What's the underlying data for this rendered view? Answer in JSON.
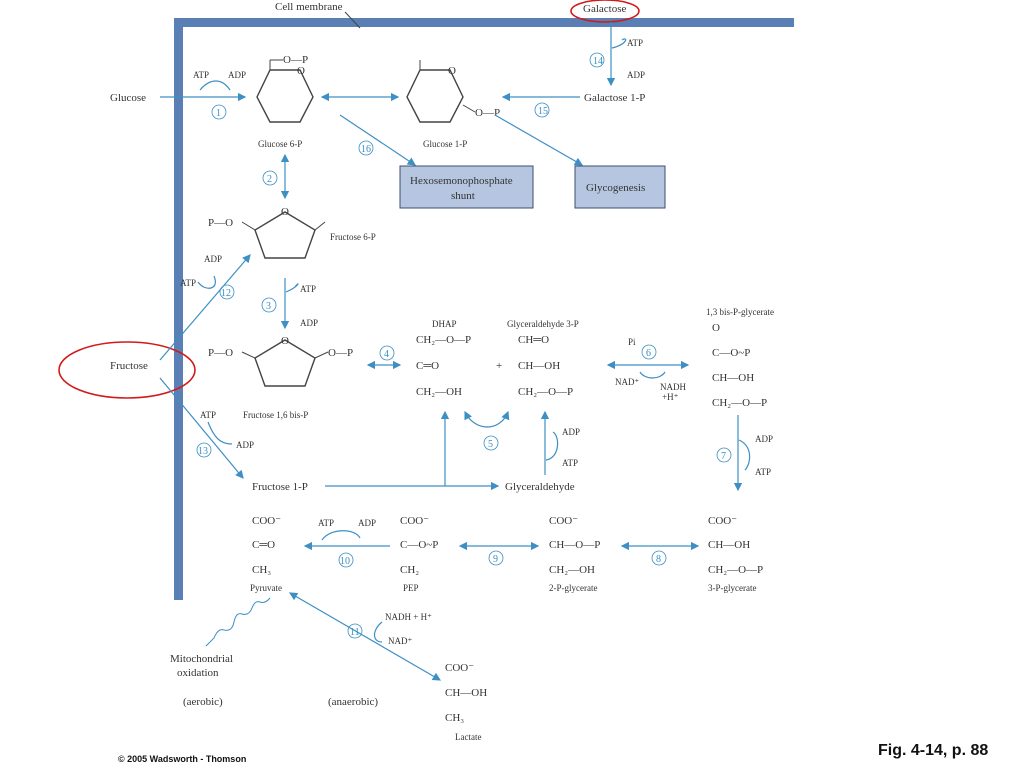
{
  "labels": {
    "cell_membrane": "Cell membrane",
    "galactose": "Galactose",
    "glucose": "Glucose",
    "glucose6p": "Glucose 6-P",
    "glucose1p": "Glucose 1-P",
    "galactose1p": "Galactose 1-P",
    "fructose6p": "Fructose 6-P",
    "fructose16bisp": "Fructose 1,6 bis-P",
    "fructose": "Fructose",
    "fructose1p": "Fructose 1-P",
    "glyceraldehyde": "Glyceraldehyde",
    "dhap": "DHAP",
    "glyceraldehyde3p": "Glyceraldehyde 3-P",
    "bisPglycerate": "1,3 bis-P-glycerate",
    "pyruvate": "Pyruvate",
    "pep": "PEP",
    "p2glycerate": "2-P-glycerate",
    "p3glycerate": "3-P-glycerate",
    "lactate": "Lactate",
    "mito_1": "Mitochondrial",
    "mito_2": "oxidation",
    "aerobic": "(aerobic)",
    "anaerobic": "(anaerobic)",
    "hmp_1": "Hexosemonophosphate",
    "hmp_2": "shunt",
    "glycogenesis": "Glycogenesis"
  },
  "cofactors": {
    "atp": "ATP",
    "adp": "ADP",
    "nad": "NAD⁺",
    "nadh": "NADH",
    "h": "+H⁺",
    "nadh_h": "NADH + H⁺",
    "pi": "Pi"
  },
  "steps": [
    "1",
    "2",
    "3",
    "4",
    "5",
    "6",
    "7",
    "8",
    "9",
    "10",
    "11",
    "12",
    "13",
    "14",
    "15",
    "16"
  ],
  "chem": {
    "dhap_1": "CH₂—O—P",
    "dhap_2": "C═O",
    "dhap_3": "CH₂—OH",
    "g3p_1": "CH═O",
    "g3p_2": "CH—OH",
    "g3p_3": "CH₂—O—P",
    "plus": "+",
    "bpg_1": "O",
    "bpg_2": "C—O~P",
    "bpg_3": "CH—OH",
    "bpg_4": "CH₂—O—P",
    "pyr_1": "COO⁻",
    "pyr_2": "C═O",
    "pyr_3": "CH₃",
    "pep_1": "COO⁻",
    "pep_2": "C—O~P",
    "pep_3": "CH₂",
    "p2g_1": "COO⁻",
    "p2g_2": "CH—O—P",
    "p2g_3": "CH₂—OH",
    "p3g_1": "COO⁻",
    "p3g_2": "CH—OH",
    "p3g_3": "CH₂—O—P",
    "lac_1": "COO⁻",
    "lac_2": "CH—OH",
    "lac_3": "CH₃",
    "op": "O—P",
    "po": "P—O",
    "o": "O"
  },
  "footer": {
    "copyright": "© 2005 Wadsworth - Thomson",
    "figure_ref": "Fig. 4-14, p. 88"
  },
  "colors": {
    "membrane": "#5a7fb5",
    "arrow": "#3d8fc4",
    "highlight": "#d11a1a",
    "box_fill": "#b6c6e0"
  }
}
